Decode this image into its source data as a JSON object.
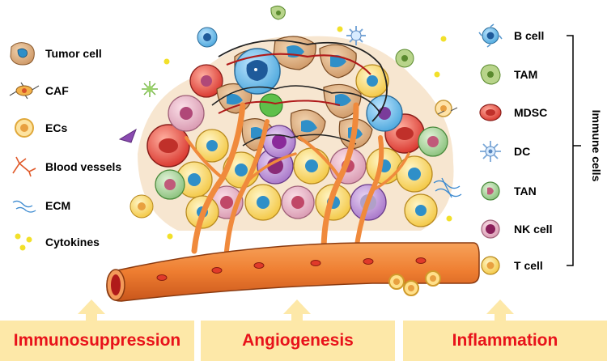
{
  "left_legend": [
    {
      "icon": "tumor-cell-icon",
      "label": "Tumor cell"
    },
    {
      "icon": "caf-icon",
      "label": "CAF"
    },
    {
      "icon": "ecs-icon",
      "label": "ECs"
    },
    {
      "icon": "blood-vessel-icon",
      "label": "Blood vessels"
    },
    {
      "icon": "ecm-icon",
      "label": "ECM"
    },
    {
      "icon": "cytokines-icon",
      "label": "Cytokines"
    }
  ],
  "right_legend": [
    {
      "icon": "b-cell-icon",
      "label": "B cell"
    },
    {
      "icon": "tam-icon",
      "label": "TAM"
    },
    {
      "icon": "mdsc-icon",
      "label": "MDSC"
    },
    {
      "icon": "dc-icon",
      "label": "DC"
    },
    {
      "icon": "tan-icon",
      "label": "TAN"
    },
    {
      "icon": "nk-cell-icon",
      "label": "NK cell"
    },
    {
      "icon": "t-cell-icon",
      "label": "T cell"
    }
  ],
  "immune_group_label": "Immune cells",
  "outcomes": [
    "Immunosuppression",
    "Angiogenesis",
    "Inflammation"
  ],
  "colors": {
    "outcome_text": "#e8121a",
    "outcome_box": "#fde8a8",
    "vessel": "#f08a3c",
    "vessel_dark": "#c0511a",
    "tumor": "#d8a878",
    "nucleus_blue": "#2f8fc8"
  }
}
